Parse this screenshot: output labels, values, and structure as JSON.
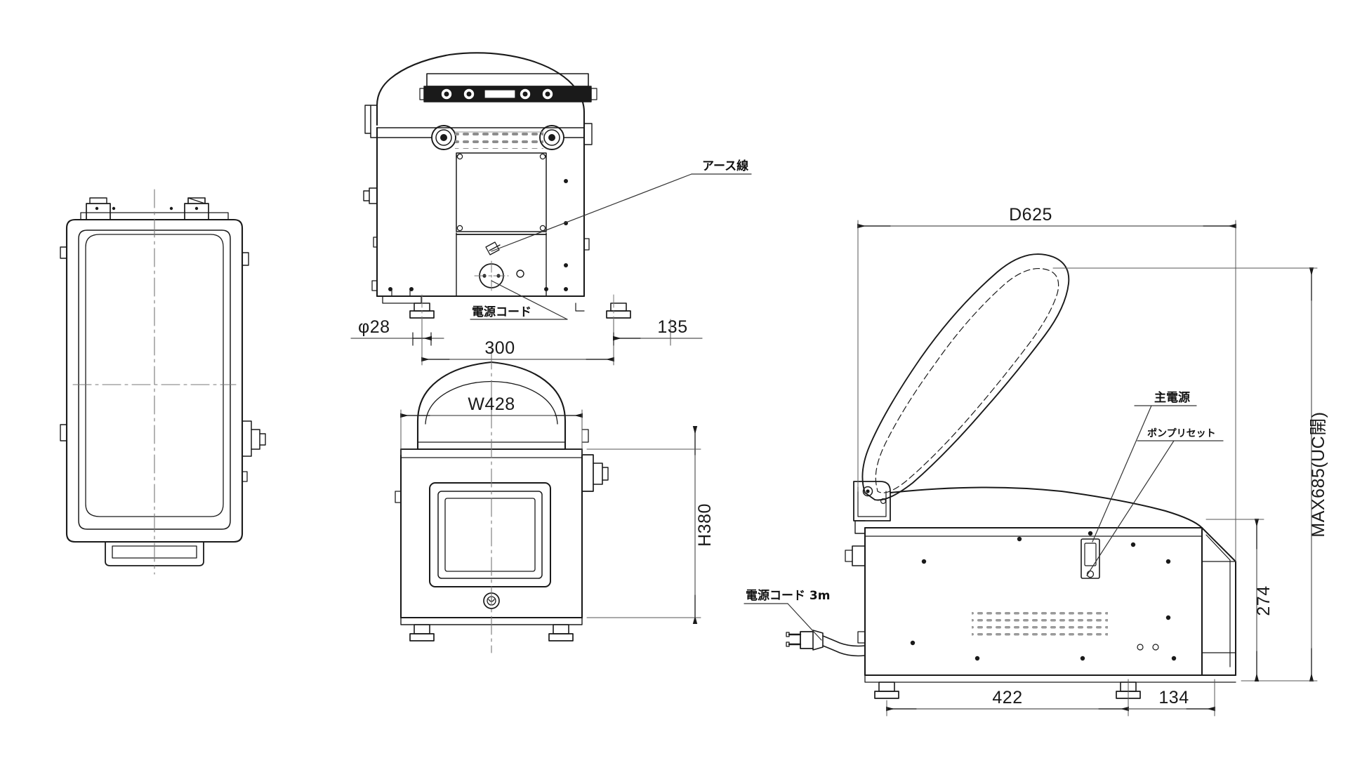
{
  "drawing": {
    "title": "Machine outline dimensional drawing (3 orthographic views)",
    "background_color": "#ffffff",
    "line_color": "#1a1a1a",
    "dim_line_color": "#555555",
    "hatch_color": "#888888"
  },
  "views": {
    "left": {
      "name": "top-view",
      "label": ""
    },
    "rear": {
      "name": "rear-view",
      "label": ""
    },
    "front": {
      "name": "front-view",
      "label": ""
    },
    "side": {
      "name": "right-side-view",
      "label": ""
    }
  },
  "dimensions": {
    "rear_phi28": "φ28",
    "rear_300": "300",
    "rear_135": "135",
    "front_width": "W428",
    "front_height": "H380",
    "side_depth": "D625",
    "side_max_height": "MAX685(UC開)",
    "side_274": "274",
    "side_422": "422",
    "side_134": "134"
  },
  "callouts": {
    "earth_wire": "アース線",
    "power_cord": "電源コード",
    "power_cord_3m": "電源コード 3m",
    "main_power": "主電源",
    "pump_reset": "ポンプリセット"
  }
}
